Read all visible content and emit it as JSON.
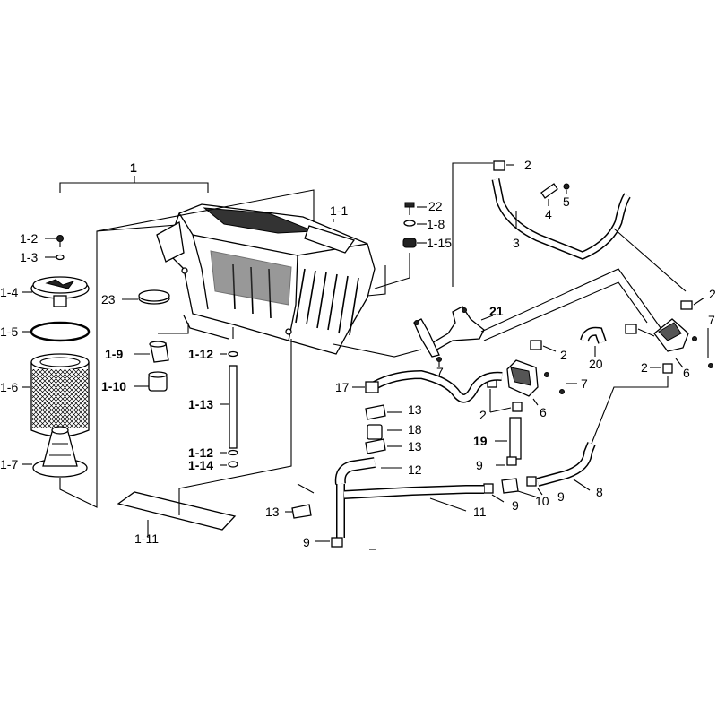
{
  "labels": {
    "group_1": "1",
    "p1_1": "1-1",
    "p1_2": "1-2",
    "p1_3": "1-3",
    "p1_4": "1-4",
    "p1_5": "1-5",
    "p1_6": "1-6",
    "p1_7": "1-7",
    "p1_8": "1-8",
    "p1_9": "1-9",
    "p1_10": "1-10",
    "p1_11": "1-11",
    "p1_12a": "1-12",
    "p1_12b": "1-12",
    "p1_13": "1-13",
    "p1_14": "1-14",
    "p1_15": "1-15",
    "p2a": "2",
    "p2b": "2",
    "p2c": "2",
    "p2d": "2",
    "p2e": "2",
    "p3": "3",
    "p4": "4",
    "p5": "5",
    "p6a": "6",
    "p6b": "6",
    "p7a": "7",
    "p7b": "7",
    "p7c": "7",
    "p8": "8",
    "p9a": "9",
    "p9b": "9",
    "p9c": "9",
    "p9d": "9",
    "p10": "10",
    "p11": "11",
    "p12": "12",
    "p13a": "13",
    "p13b": "13",
    "p13c": "13",
    "p17": "17",
    "p18": "18",
    "p19": "19",
    "p20": "20",
    "p21": "21",
    "p22": "22",
    "p23": "23"
  }
}
